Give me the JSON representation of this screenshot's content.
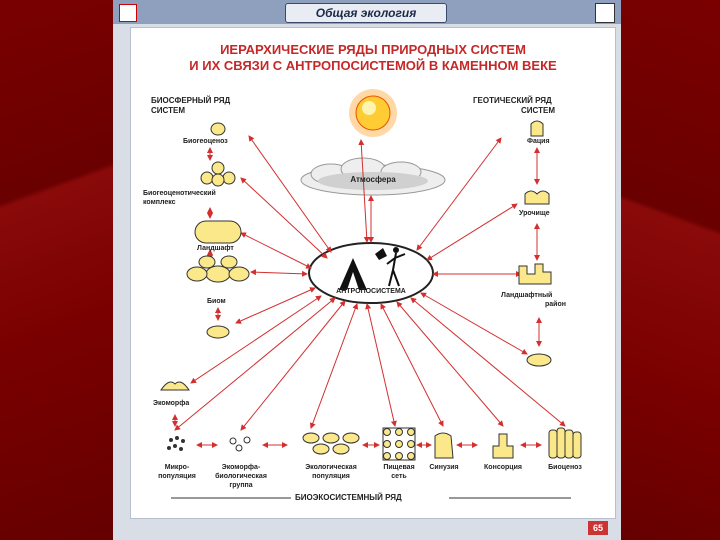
{
  "slide": {
    "header_title": "Общая экология",
    "page_number": "65"
  },
  "diagram": {
    "title_line1": "ИЕРАРХИЧЕСКИЕ РЯДЫ ПРИРОДНЫХ СИСТЕМ",
    "title_line2": "И ИХ СВЯЗИ С АНТРОПОСИСТЕМОЙ В КАМЕННОМ ВЕКЕ",
    "biosphere_row_line1": "БИОСФЕРНЫЙ РЯД",
    "biosphere_row_line2": "СИСТЕМ",
    "geotic_row_line1": "ГЕОТИЧЕСКИЙ РЯД",
    "geotic_row_line2": "СИСТЕМ",
    "atmosphere": "Атмосфера",
    "anthroposystem": "АНТРОПОСИСТЕМА",
    "left_labels": {
      "biogeocenosis": "Биогеоценоз",
      "biocenotic_complex_line1": "Биогеоценотический",
      "biocenotic_complex_line2": "комплекс",
      "landscape": "Ландшафт",
      "biome": "Биом",
      "ecomorph": "Экоморфа"
    },
    "right_labels": {
      "facies": "Фация",
      "urochishche": "Урочище",
      "landscape_district_line1": "Ландшафтный",
      "landscape_district_line2": "район"
    },
    "bottom_labels": {
      "micropopulation_line1": "Микро-",
      "micropopulation_line2": "популяция",
      "ecomorph_group_line1": "Экоморфа-",
      "ecomorph_group_line2": "биологическая",
      "ecomorph_group_line3": "группа",
      "ecological_population_line1": "Экологическая",
      "ecological_population_line2": "популяция",
      "food_web_line1": "Пищевая",
      "food_web_line2": "сеть",
      "synusia": "Синузия",
      "consortium": "Консорция",
      "biocenosis": "Биоценоз"
    },
    "bioecosystem_row": "БИОЭКОСИСТЕМНЫЙ РЯД"
  },
  "colors": {
    "frame": "#7a0000",
    "slide_bg": "#d9dde6",
    "title_red": "#c62828",
    "arrow_red": "#d32f2f",
    "node_fill": "#fbe88a",
    "sun_yellow": "#ffcc33"
  }
}
